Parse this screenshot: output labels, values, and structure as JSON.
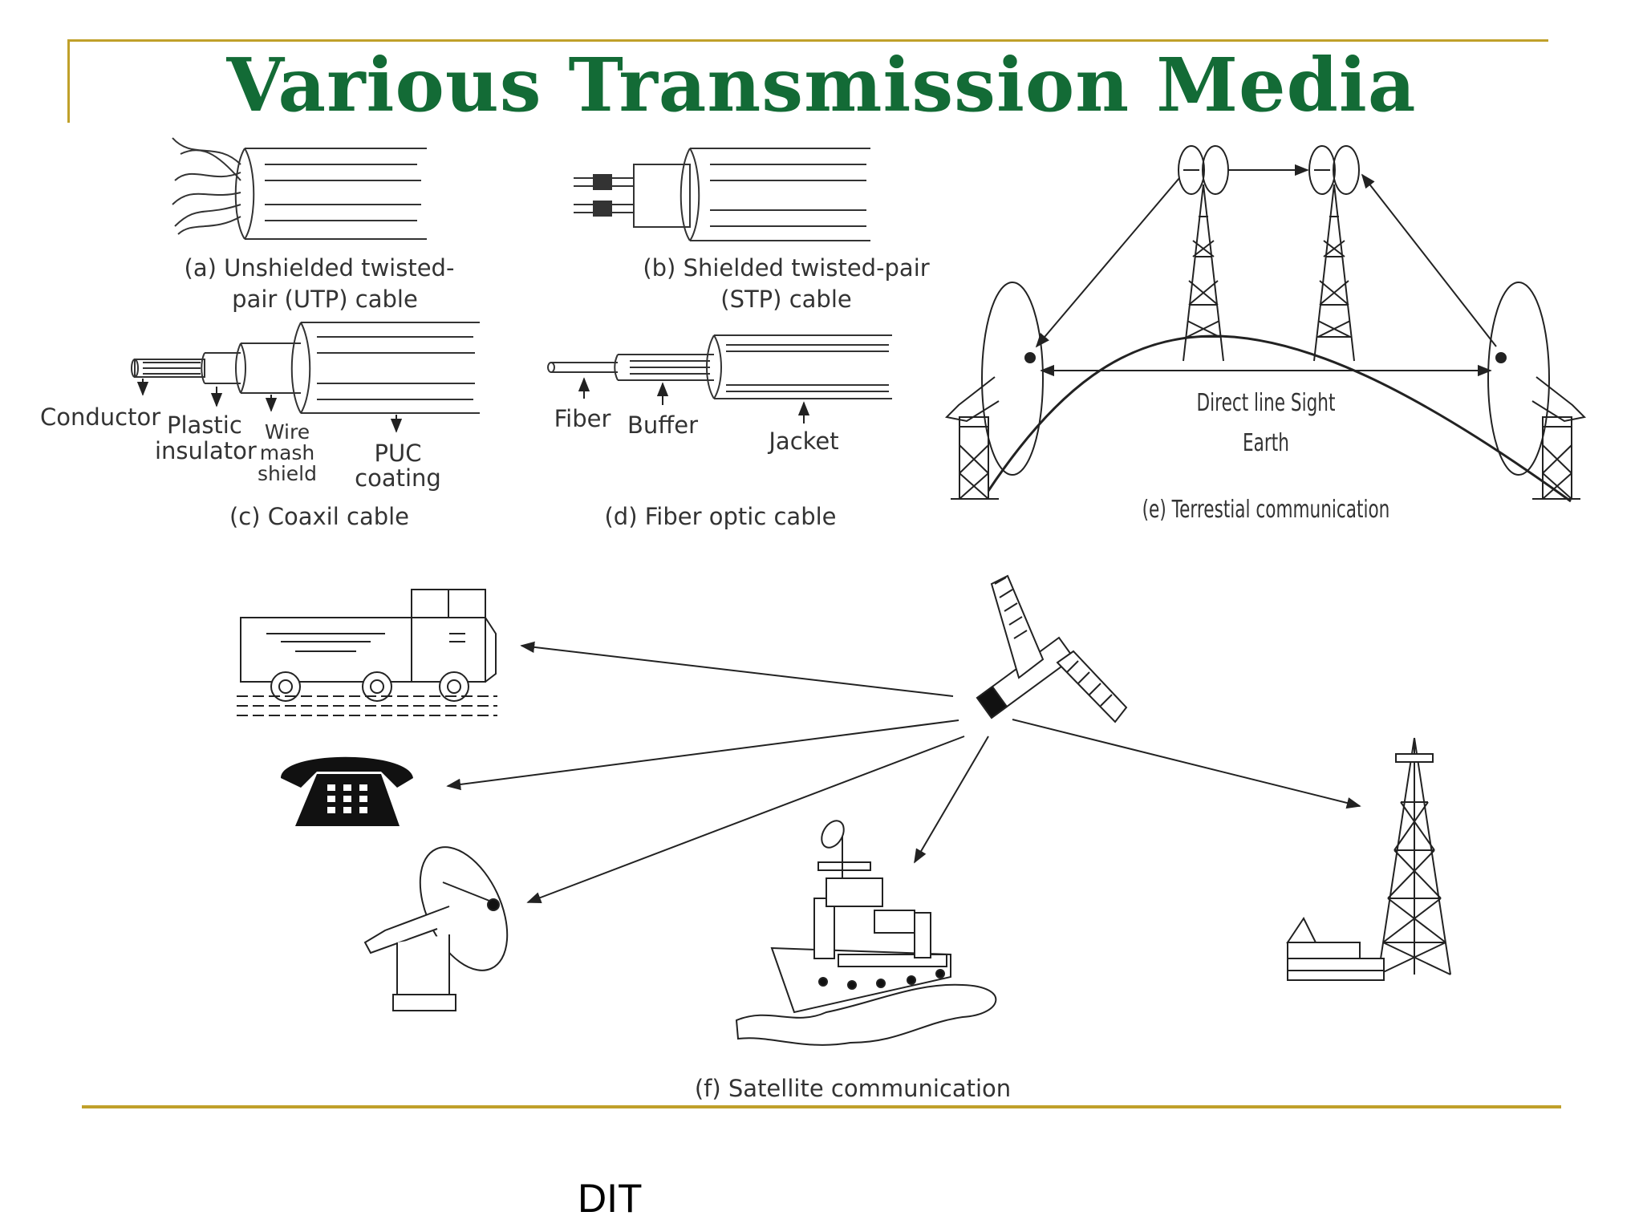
{
  "slide": {
    "title": "Various Transmission Media",
    "footer": "DIT",
    "colors": {
      "title": "#136b36",
      "rule": "#c0a02a"
    }
  },
  "figures": {
    "utp": {
      "caption_line1": "(a) Unshielded twisted-",
      "caption_line2": "pair (UTP) cable"
    },
    "stp": {
      "caption_line1": "(b) Shielded twisted-pair",
      "caption_line2": "(STP) cable"
    },
    "coax": {
      "caption": "(c) Coaxil cable",
      "parts": {
        "conductor": "Conductor",
        "insulator_line1": "Plastic",
        "insulator_line2": "insulator",
        "shield_line1": "Wire",
        "shield_line2": "mash",
        "shield_line3": "shield",
        "coating_line1": "PUC",
        "coating_line2": "coating"
      }
    },
    "fiber": {
      "caption": "(d) Fiber optic cable",
      "parts": {
        "fiber": "Fiber",
        "buffer": "Buffer",
        "jacket": "Jacket"
      }
    },
    "terrestrial": {
      "caption": "(e) Terrestial communication",
      "label_line1": "Direct line Sight",
      "label_line2": "Earth"
    },
    "satellite": {
      "caption": "(f) Satellite communication"
    }
  }
}
